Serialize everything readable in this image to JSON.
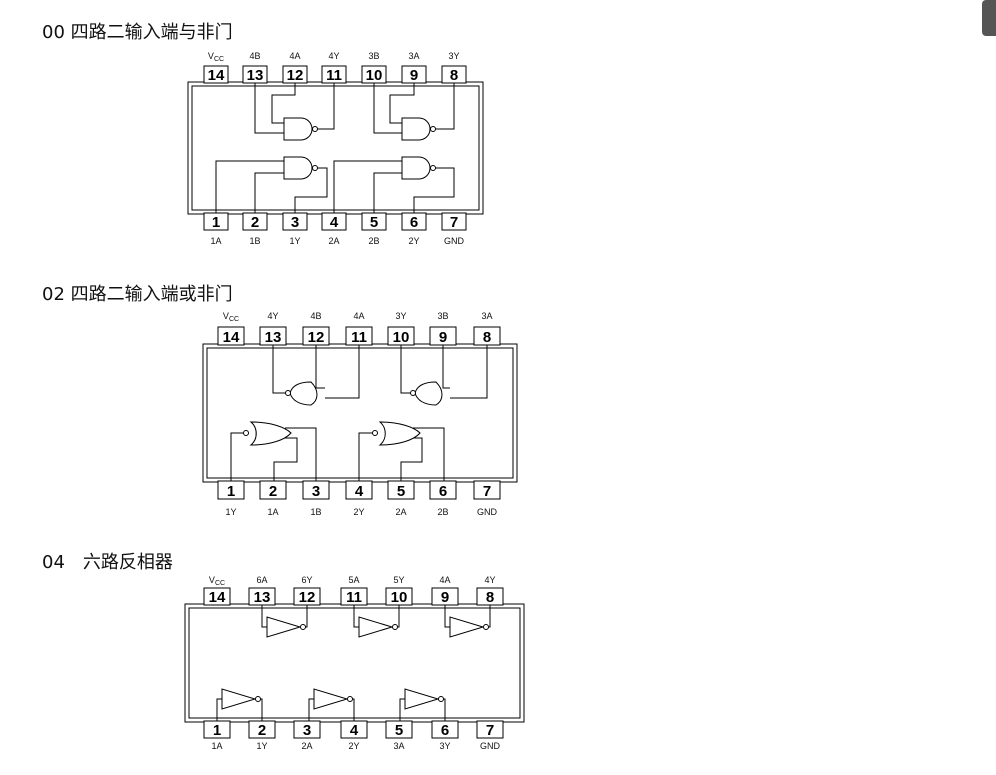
{
  "headings": {
    "nand": "00 四路二输入端与非门",
    "nor": "02 四路二输入端或非门",
    "inv": "04　六路反相器"
  },
  "chips": {
    "nand": {
      "top_pins": [
        "14",
        "13",
        "12",
        "11",
        "10",
        "9",
        "8"
      ],
      "top_labels": [
        "V",
        "4B",
        "4A",
        "4Y",
        "3B",
        "3A",
        "3Y"
      ],
      "bottom_pins": [
        "1",
        "2",
        "3",
        "4",
        "5",
        "6",
        "7"
      ],
      "bottom_labels": [
        "1A",
        "1B",
        "1Y",
        "2A",
        "2B",
        "2Y",
        "GND"
      ]
    },
    "nor": {
      "top_pins": [
        "14",
        "13",
        "12",
        "11",
        "10",
        "9",
        "8"
      ],
      "top_labels": [
        "V",
        "4Y",
        "4B",
        "4A",
        "3Y",
        "3B",
        "3A"
      ],
      "bottom_pins": [
        "1",
        "2",
        "3",
        "4",
        "5",
        "6",
        "7"
      ],
      "bottom_labels": [
        "1Y",
        "1A",
        "1B",
        "2Y",
        "2A",
        "2B",
        "GND"
      ]
    },
    "inv": {
      "top_pins": [
        "14",
        "13",
        "12",
        "11",
        "10",
        "9",
        "8"
      ],
      "top_labels": [
        "V",
        "6A",
        "6Y",
        "5A",
        "5Y",
        "4A",
        "4Y"
      ],
      "bottom_pins": [
        "1",
        "2",
        "3",
        "4",
        "5",
        "6",
        "7"
      ],
      "bottom_labels": [
        "1A",
        "1Y",
        "2A",
        "2Y",
        "3A",
        "3Y",
        "GND"
      ]
    },
    "vcc_subscript": "CC"
  }
}
